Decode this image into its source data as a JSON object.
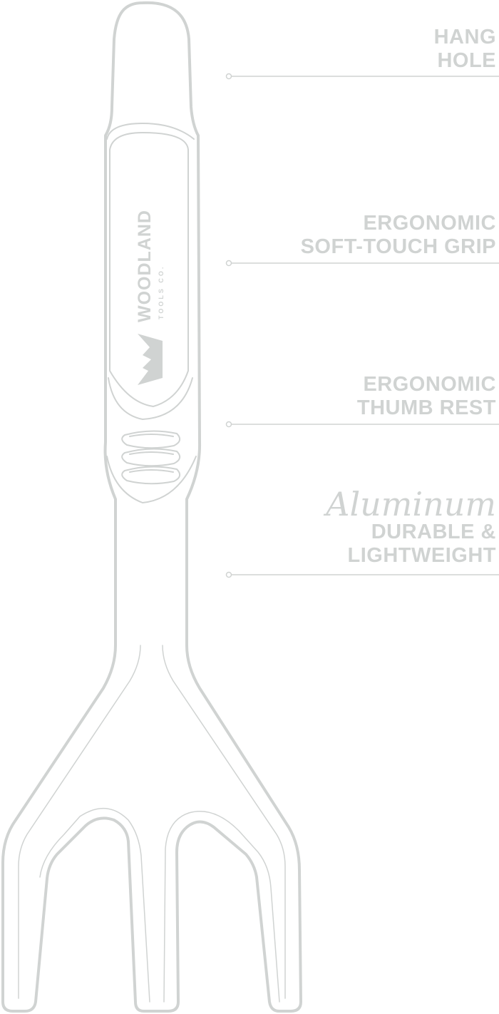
{
  "brand": {
    "name": "WOODLAND",
    "sub": "TOOLS CO."
  },
  "callouts": [
    {
      "lines": [
        "HANG",
        "HOLE"
      ]
    },
    {
      "lines": [
        "ERGONOMIC",
        "SOFT-TOUCH GRIP"
      ]
    },
    {
      "lines": [
        "ERGONOMIC",
        "THUMB REST"
      ]
    },
    {
      "script": "Aluminum",
      "lines": [
        "DURABLE &",
        "LIGHTWEIGHT"
      ]
    }
  ],
  "colors": {
    "outline": "#d0d3d2",
    "text": "#d0d3d2",
    "background": "#ffffff"
  }
}
